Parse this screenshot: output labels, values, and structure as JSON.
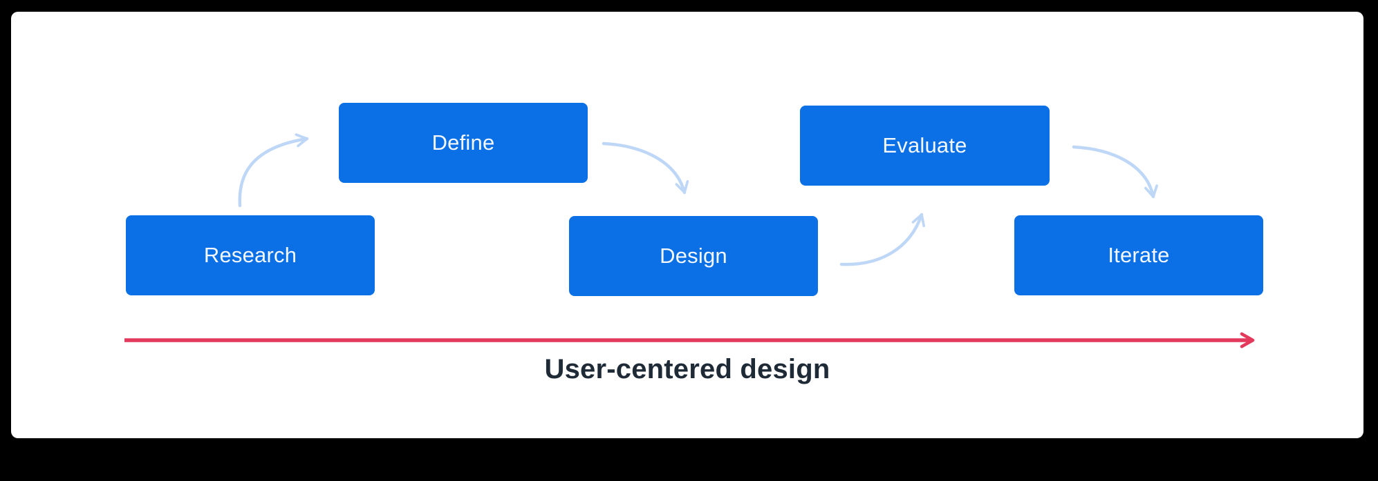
{
  "diagram": {
    "title": "User-centered design",
    "steps": [
      {
        "label": "Research"
      },
      {
        "label": "Define"
      },
      {
        "label": "Design"
      },
      {
        "label": "Evaluate"
      },
      {
        "label": "Iterate"
      }
    ],
    "flow": [
      {
        "from": "Research",
        "to": "Define"
      },
      {
        "from": "Define",
        "to": "Design"
      },
      {
        "from": "Design",
        "to": "Evaluate"
      },
      {
        "from": "Evaluate",
        "to": "Iterate"
      }
    ],
    "colors": {
      "frame_bg": "#000000",
      "canvas_bg": "#ffffff",
      "step_fill": "#0b70e6",
      "step_text": "#f5f9ff",
      "connector": "#bfd7f7",
      "axis": "#e2395c",
      "title_color": "#1f2a37"
    }
  }
}
